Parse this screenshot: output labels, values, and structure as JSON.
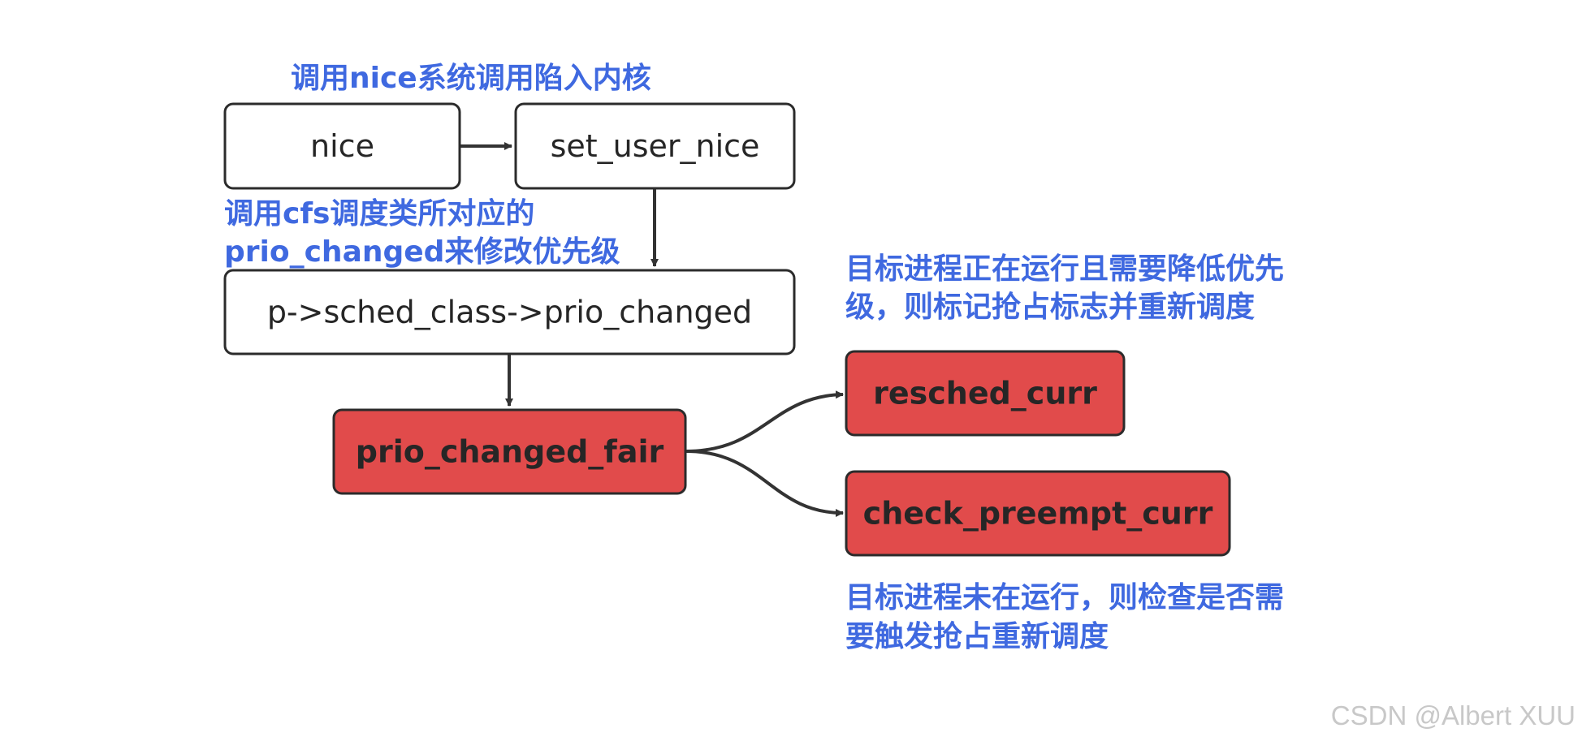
{
  "nodes": {
    "nice": "nice",
    "set_user_nice": "set_user_nice",
    "prio_changed": "p->sched_class->prio_changed",
    "prio_changed_fair": "prio_changed_fair",
    "resched_curr": "resched_curr",
    "check_preempt_curr": "check_preempt_curr"
  },
  "notes": {
    "syscall": "调用nice系统调用陷入内核",
    "cfs_line1": "调用cfs调度类所对应的",
    "cfs_line2": "prio_changed来修改优先级",
    "running_line1": "目标进程正在运行且需要降低优先",
    "running_line2": "级，则标记抢占标志并重新调度",
    "not_running_line1": "目标进程未在运行，则检查是否需",
    "not_running_line2": "要触发抢占重新调度"
  },
  "watermark": "CSDN @Albert XUU",
  "colors": {
    "accent_node": "#e14b4b",
    "note_text": "#3f69e0",
    "edge": "#333333"
  }
}
